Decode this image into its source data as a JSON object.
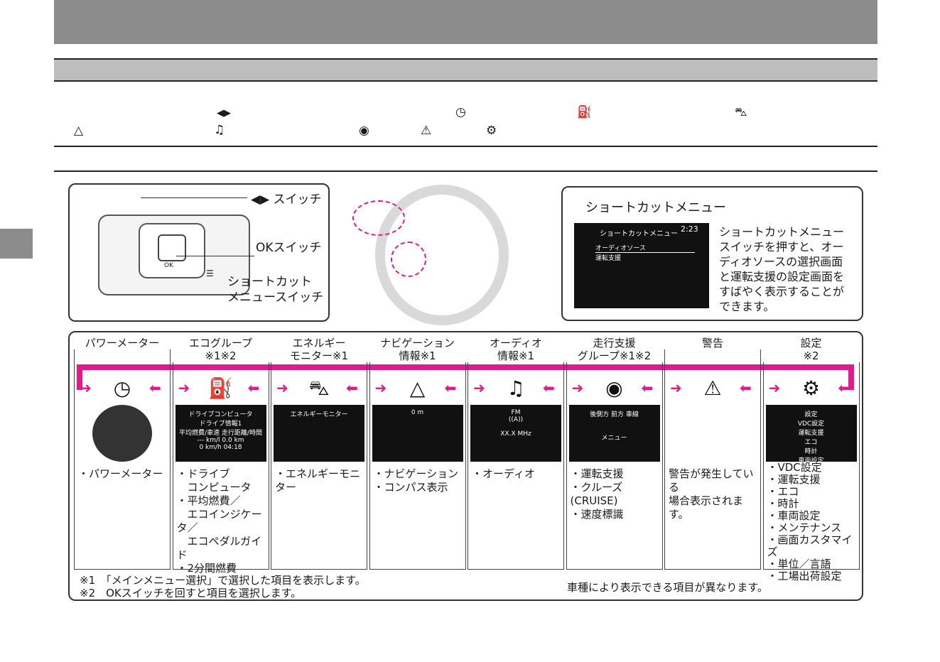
{
  "top_icons": {
    "lr": "◀▶",
    "meter": "◷",
    "eco": "⛽",
    "car": "⛍",
    "nav": "△",
    "audio": "♫",
    "assist": "◉",
    "warn": "⚠",
    "gear": "⚙"
  },
  "switch_panel": {
    "lr_label": "◀▶ スイッチ",
    "ok_label": "OKスイッチ",
    "shortcut_label_1": "ショートカット",
    "shortcut_label_2": "メニュースイッチ",
    "ok_button": "OK"
  },
  "shortcut_panel": {
    "title": "ショートカットメニュー",
    "screen_title": "ショートカットメニュー",
    "screen_time": "2:23",
    "screen_item1": "オーディオソース",
    "screen_item2": "運転支援",
    "desc": "ショートカットメニュー\nスイッチを押すと、オー\nディオソースの選択画面\nと運転支援の設定画面を\nすばやく表示することが\nできます。"
  },
  "columns": [
    {
      "head1": "パワーメーター",
      "head2": "",
      "icon": "◷",
      "screen": "",
      "desc": "・パワーメーター"
    },
    {
      "head1": "エコグループ",
      "head2": "※1※2",
      "icon": "⛽",
      "screen": "ドライブコンピュータ\nドライブ情報1\n平均燃費/車速 走行距離/時間\n--- km/l    0.0 km\n0 km/h    04:18",
      "desc": "・ドライブ\n　コンピュータ\n・平均燃費／\n　エコインジケータ／\n　エコペダルガイド\n・2分間燃費"
    },
    {
      "head1": "エネルギー",
      "head2": "モニター※1",
      "icon": "⛍",
      "screen": "エネルギーモニター",
      "desc": "・エネルギーモニター"
    },
    {
      "head1": "ナビゲーション",
      "head2": "情報※1",
      "icon": "△",
      "screen": "0 m",
      "desc": "・ナビゲーション\n・コンパス表示"
    },
    {
      "head1": "オーディオ",
      "head2": "情報※1",
      "icon": "♫",
      "screen": "FM\n((A))\n\nXX.X MHz",
      "desc": "・オーディオ"
    },
    {
      "head1": "走行支援",
      "head2": "グループ※1※2",
      "icon": "◉",
      "screen": "後側方  前方  車線\n\n\nメニュー",
      "desc": "・運転支援\n・クルーズ (CRUISE)\n・速度標識"
    },
    {
      "head1": "警告",
      "head2": "",
      "icon": "⚠",
      "screen": "",
      "desc": "警告が発生している\n場合表示されます。"
    },
    {
      "head1": "設定",
      "head2": "※2",
      "icon": "⚙",
      "screen": "設定\nVDC設定\n運転支援\nエコ\n時計\n車両設定\nメンテナンス",
      "desc": "・VDC設定\n・運転支援\n・エコ\n・時計\n・車両設定\n・メンテナンス\n・画面カスタマイズ\n・単位／言語\n・工場出荷設定"
    }
  ],
  "footnotes": {
    "n1": "※1　「メインメニュー選択」で選択した項目を表示します。",
    "n2": "※2　OKスイッチを回すと項目を選択します。",
    "right": "車種により表示できる項目が異なります。"
  },
  "colors": {
    "accent": "#e6198c"
  }
}
